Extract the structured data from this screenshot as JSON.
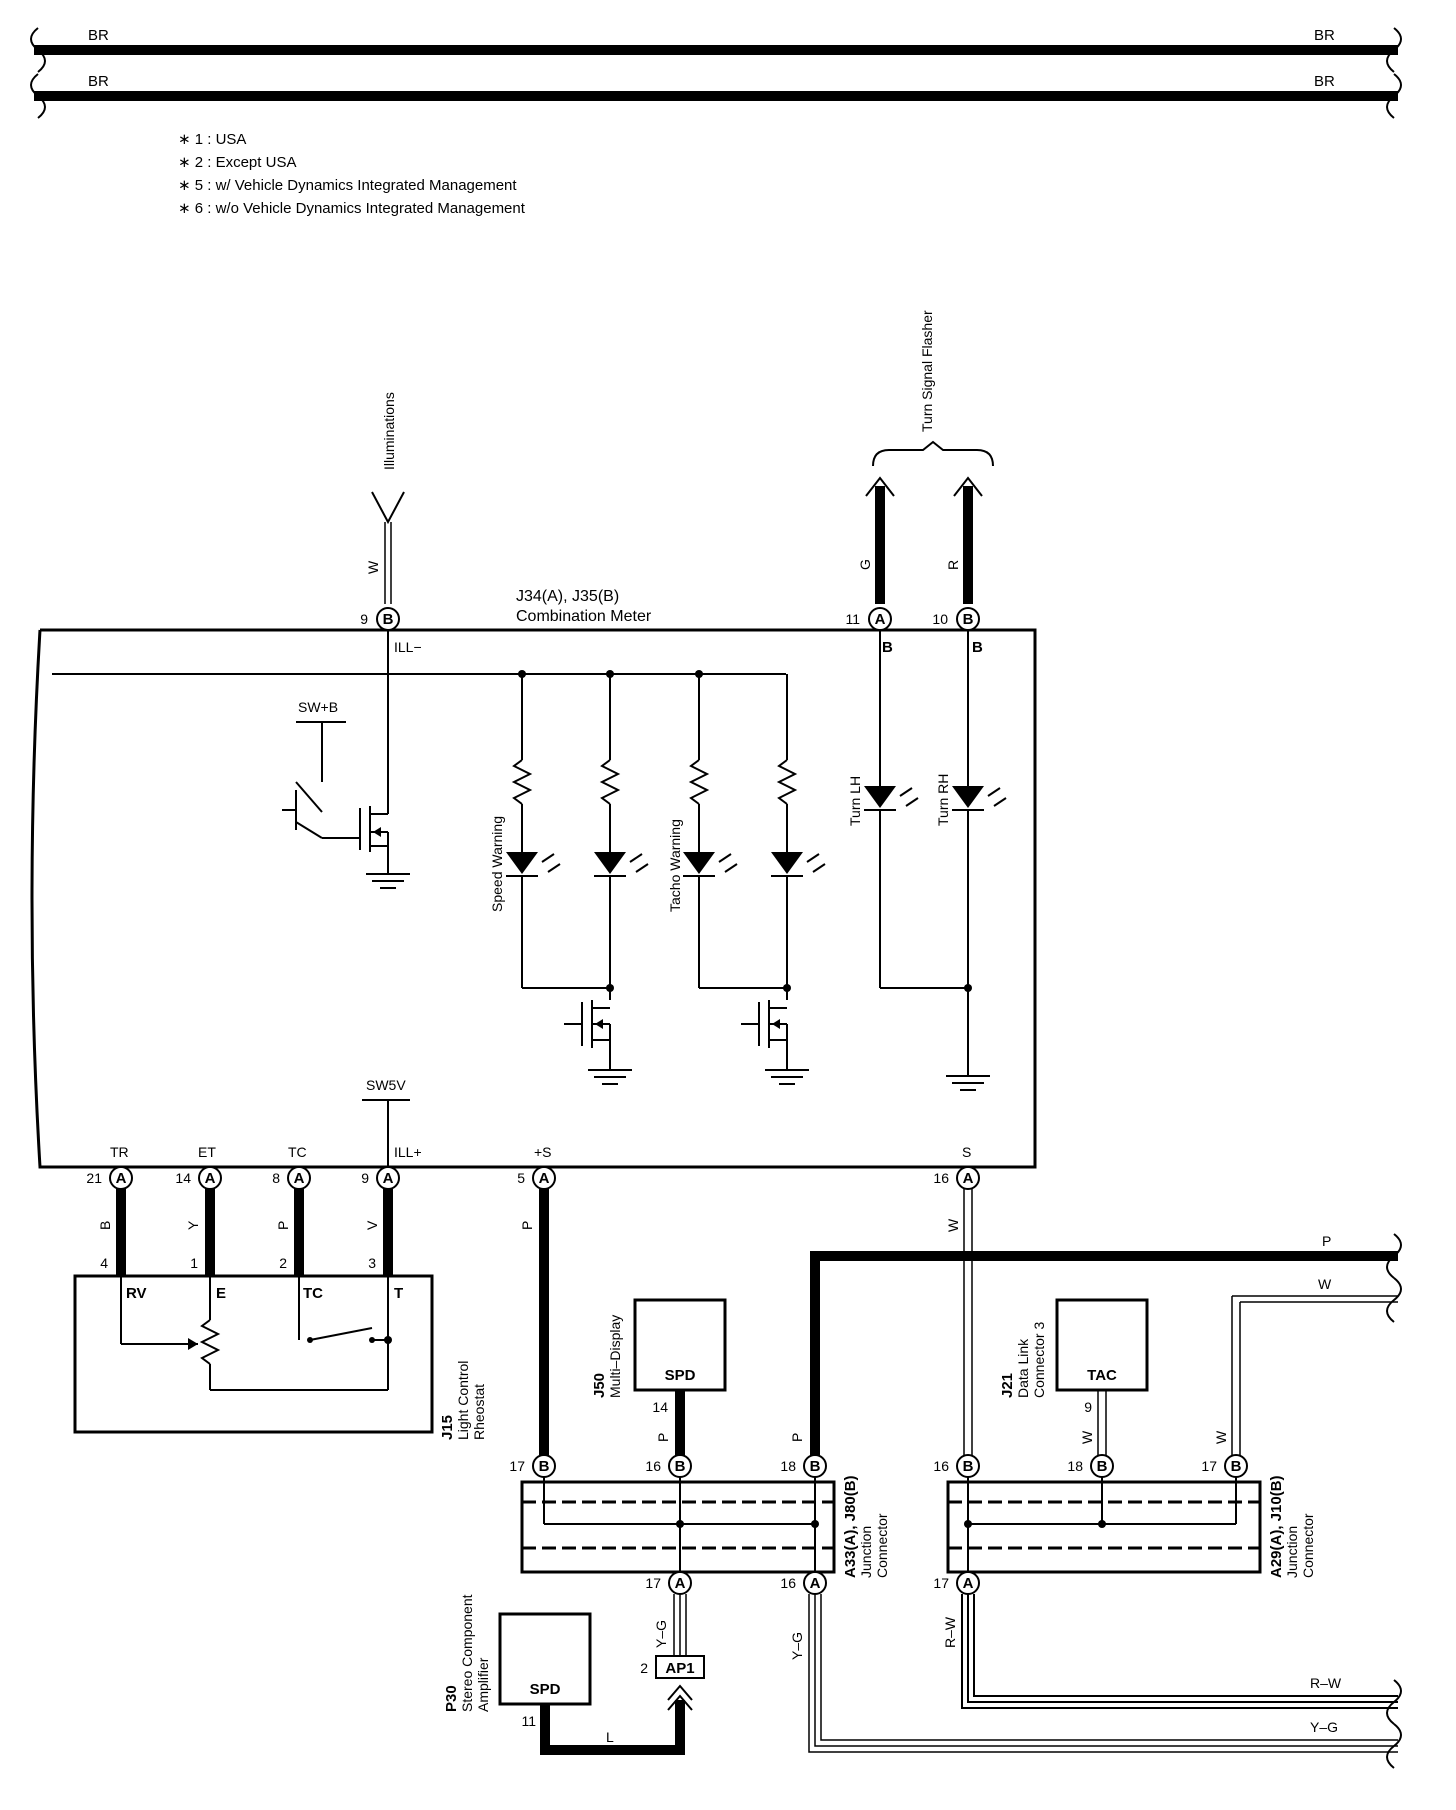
{
  "top_wires": {
    "left_1": "BR",
    "right_1": "BR",
    "left_2": "BR",
    "right_2": "BR"
  },
  "notes": [
    "∗ 1 : USA",
    "∗ 2 : Except USA",
    "∗ 5 : w/ Vehicle Dynamics Integrated Management",
    "∗ 6 : w/o Vehicle Dynamics Integrated Management"
  ],
  "destinations": {
    "illuminations": "Illuminations",
    "turn_signal_flasher": "Turn Signal Flasher"
  },
  "combination_meter": {
    "code": "J34(A), J35(B)",
    "name": "Combination Meter",
    "terminals_top": {
      "ill_minus": "ILL−",
      "turn_lh_term": "B",
      "turn_rh_term": "B"
    },
    "terminals_bottom": {
      "tr": "TR",
      "et": "ET",
      "tc": "TC",
      "ill_plus": "ILL+",
      "plus_s": "+S",
      "s": "S"
    },
    "sw_b": "SW+B",
    "sw5v": "SW5V",
    "leds": {
      "speed": "Speed Warning",
      "tacho": "Tacho Warning",
      "turn_lh": "Turn LH",
      "turn_rh": "Turn RH"
    }
  },
  "connector_pins": {
    "ill_9": {
      "num": "9",
      "conn": "B"
    },
    "turn_11": {
      "num": "11",
      "conn": "A"
    },
    "turn_10": {
      "num": "10",
      "conn": "B"
    },
    "tr_21": {
      "num": "21",
      "conn": "A"
    },
    "et_14": {
      "num": "14",
      "conn": "A"
    },
    "tc_8": {
      "num": "8",
      "conn": "A"
    },
    "ill_9a": {
      "num": "9",
      "conn": "A"
    },
    "s_5": {
      "num": "5",
      "conn": "A"
    },
    "s_16": {
      "num": "16",
      "conn": "A"
    },
    "ja_17b": {
      "num": "17",
      "conn": "B"
    },
    "ja_16b": {
      "num": "16",
      "conn": "B"
    },
    "ja_18b": {
      "num": "18",
      "conn": "B"
    },
    "ja_17a": {
      "num": "17",
      "conn": "A"
    },
    "ja_16a": {
      "num": "16",
      "conn": "A"
    },
    "jb_16b": {
      "num": "16",
      "conn": "B"
    },
    "jb_18b": {
      "num": "18",
      "conn": "B"
    },
    "jb_17b": {
      "num": "17",
      "conn": "B"
    },
    "jb_17a": {
      "num": "17",
      "conn": "A"
    }
  },
  "wire_colors": {
    "illum": "W",
    "turn_lh": "G",
    "turn_rh": "R",
    "tr": "B",
    "et": "Y",
    "tc": "P",
    "ill_plus": "V",
    "plus_s": "P",
    "s": "W",
    "right_p": "P",
    "right_w": "W",
    "spd14": "P",
    "ja18": "P",
    "tac9": "W",
    "jb17": "W",
    "ja17a": "Y–G",
    "ja16a": "Y–G",
    "jb17a": "R–W",
    "amp_l": "L",
    "right_rw": "R–W",
    "right_yg": "Y–G"
  },
  "rheostat": {
    "code": "J15",
    "name_1": "Light Control",
    "name_2": "Rheostat",
    "pins": {
      "rv": "4",
      "e": "1",
      "tc": "2",
      "t": "3"
    },
    "terms": {
      "rv": "RV",
      "e": "E",
      "tc": "TC",
      "t": "T"
    }
  },
  "multi_display": {
    "code": "J50",
    "name": "Multi–Display",
    "term": "SPD",
    "pin": "14"
  },
  "data_link": {
    "code": "J21",
    "name_1": "Data Link",
    "name_2": "Connector 3",
    "term": "TAC",
    "pin": "9"
  },
  "amplifier": {
    "code": "P30",
    "name_1": "Stereo Component",
    "name_2": "Amplifier",
    "term": "SPD",
    "pin": "11"
  },
  "junction_a": {
    "code": "A33(A), J80(B)",
    "name_1": "Junction",
    "name_2": "Connector"
  },
  "junction_b": {
    "code": "A29(A), J10(B)",
    "name_1": "Junction",
    "name_2": "Connector"
  },
  "ap1": {
    "label": "AP1",
    "pin": "2"
  }
}
